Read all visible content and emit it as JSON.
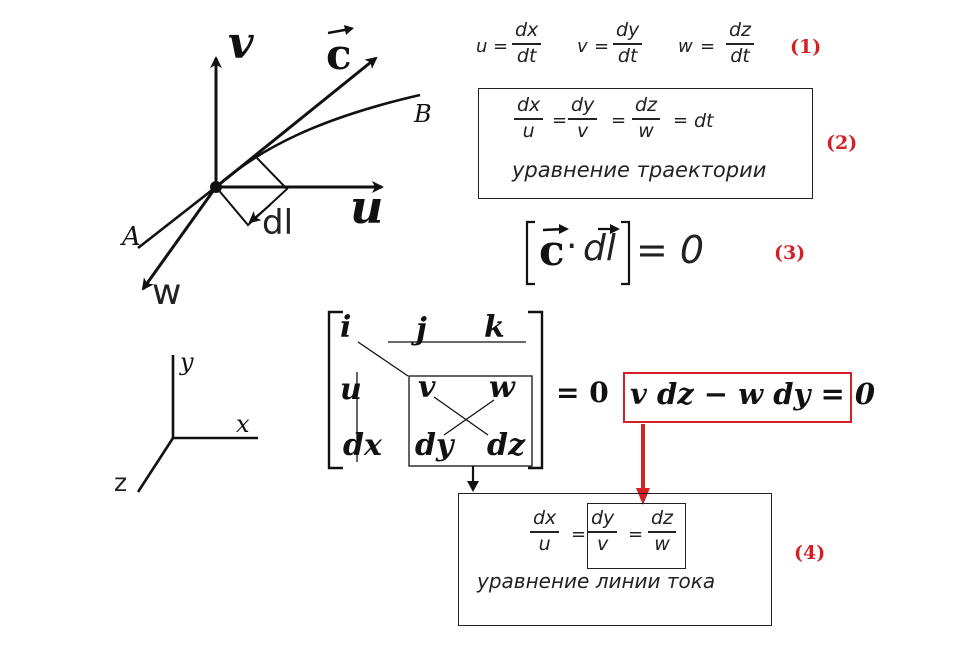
{
  "sketch": {
    "axis_v": "v",
    "axis_u": "u",
    "axis_w": "w",
    "vec_c": "c",
    "point_a": "A",
    "point_b": "B",
    "dl": "dl"
  },
  "eq1": {
    "u": "u",
    "v": "v",
    "w": "w",
    "eq": "=",
    "dx": "dx",
    "dy": "dy",
    "dz": "dz",
    "dt": "dt",
    "label": "(1)"
  },
  "eq2": {
    "dx": "dx",
    "u": "u",
    "dy": "dy",
    "v": "v",
    "dz": "dz",
    "w": "w",
    "eq": "=",
    "dt": "dt",
    "caption": "уравнение траектории",
    "label": "(2)"
  },
  "eq3": {
    "c": "c",
    "dot": "·",
    "dl": "dl",
    "rhs": "= 0",
    "label": "(3)"
  },
  "axes": {
    "y": "y",
    "x": "x",
    "z": "z"
  },
  "matrix": {
    "i": "i",
    "j": "j",
    "k": "k",
    "u": "u",
    "v": "v",
    "w": "w",
    "dx": "dx",
    "dy": "dy",
    "dz": "dz",
    "rhs": "= 0"
  },
  "cross": {
    "text": "v dz − w dy = 0"
  },
  "eq4": {
    "dx": "dx",
    "u": "u",
    "dy": "dy",
    "v": "v",
    "dz": "dz",
    "w": "w",
    "eq": "=",
    "caption": "уравнение линии тока",
    "label": "(4)"
  },
  "colors": {
    "accent_red": "#d31f26",
    "ink": "#111111"
  }
}
